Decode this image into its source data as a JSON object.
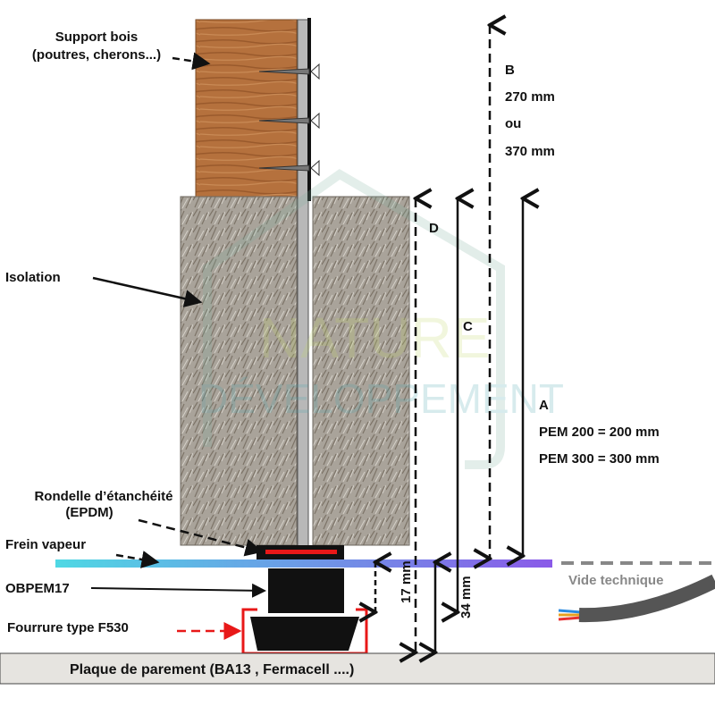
{
  "labels": {
    "support_bois": [
      "Support bois",
      "(poutres, cherons...)"
    ],
    "isolation": "Isolation",
    "rondelle": [
      "Rondelle d’étanchéité",
      "(EPDM)"
    ],
    "frein_vapeur": "Frein vapeur",
    "obpem": "OBPEM17",
    "fourrure": "Fourrure type F530",
    "plaque": "Plaque de parement (BA13 , Fermacell ....)",
    "vide_technique": "Vide technique"
  },
  "dimensions": {
    "a": {
      "letter": "A",
      "lines": [
        "PEM 200 = 200 mm",
        "PEM 300 = 300 mm"
      ]
    },
    "b": {
      "letter": "B",
      "lines": [
        "270 mm",
        "ou",
        "370 mm"
      ]
    },
    "c": {
      "letter": "C"
    },
    "d": {
      "letter": "D"
    },
    "h17": "17 mm",
    "h34": "34 mm"
  },
  "watermark": [
    "NATURE",
    "DÉVELOPPEMENT"
  ],
  "colors": {
    "accent_red": "#e81818",
    "membrane_start": "#4fd8e4",
    "membrane_end": "#8a5ae8",
    "wood": "#b5713d",
    "insulation": "#a39d94"
  }
}
